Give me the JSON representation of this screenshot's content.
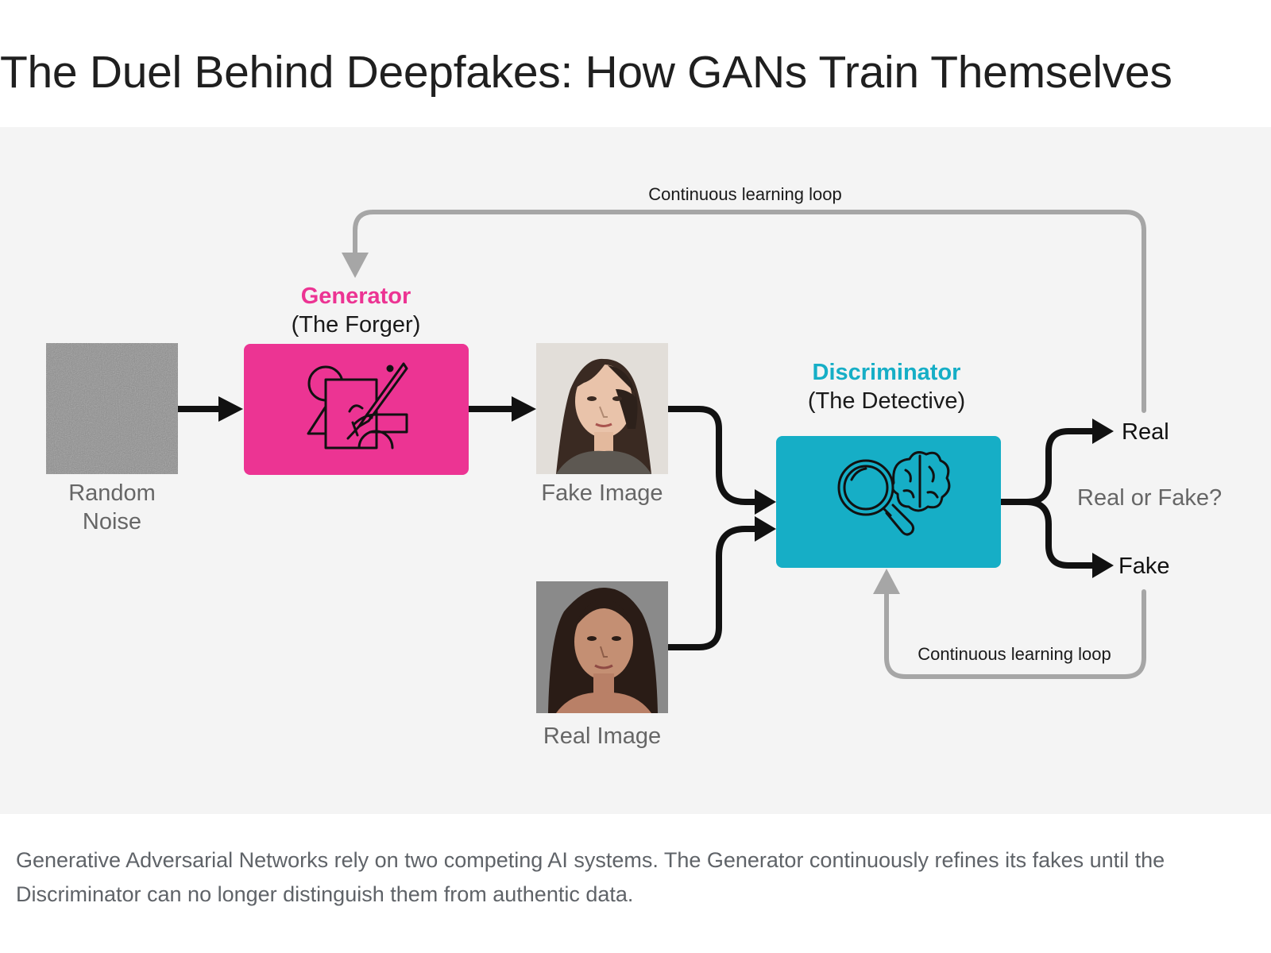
{
  "title": "The Duel Behind Deepfakes: How GANs Train Themselves",
  "diagram": {
    "loop_top_label": "Continuous learning loop",
    "loop_bottom_label": "Continuous learning loop",
    "noise_label_line1": "Random",
    "noise_label_line2": "Noise",
    "generator_title": "Generator",
    "generator_subtitle": "(The Forger)",
    "fake_image_label": "Fake Image",
    "real_image_label": "Real Image",
    "discriminator_title": "Discriminator",
    "discriminator_subtitle": "(The Detective)",
    "output_real": "Real",
    "output_question": "Real or Fake?",
    "output_fake": "Fake",
    "colors": {
      "generator": "#ec3493",
      "discriminator": "#16aec6",
      "loop_arrow": "#a6a6a6",
      "flow_arrow": "#111111"
    },
    "icons": {
      "generator": "forger-pen-icon",
      "discriminator": "magnifier-brain-icon"
    }
  },
  "caption": "Generative Adversarial Networks rely on two competing AI systems. The Generator continuously refines its fakes until the Discriminator can no longer distinguish them from authentic data."
}
